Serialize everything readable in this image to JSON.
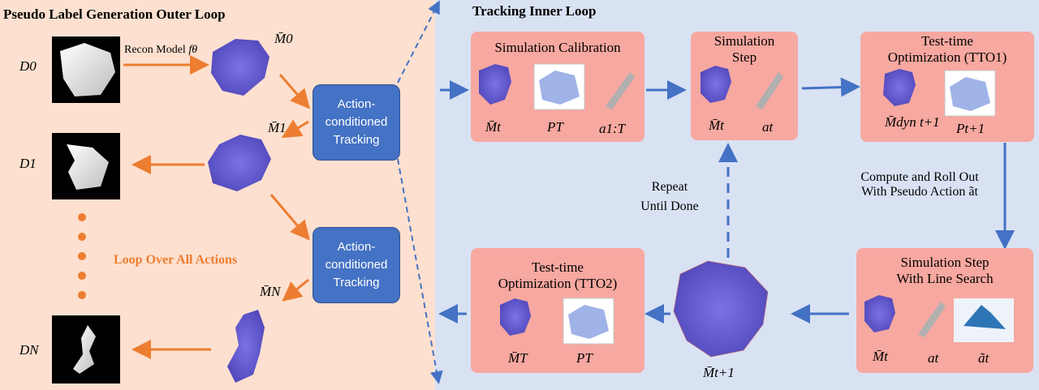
{
  "left_title": "Pseudo Label Generation Outer Loop",
  "right_title": "Tracking Inner Loop",
  "recon_model_label": "Recon Model",
  "recon_model_symbol": "fθ",
  "data_labels": {
    "d0": "D0",
    "d1": "D1",
    "dn": "DN"
  },
  "mesh_labels": {
    "m0": "M̄0",
    "m1": "M̄1",
    "mn": "M̄N"
  },
  "loop_label": "Loop Over All Actions",
  "tracking_label_line1": "Action-",
  "tracking_label_line2": "conditioned",
  "tracking_label_line3": "Tracking",
  "sim_calibration": {
    "title": "Simulation Calibration",
    "mesh": "M̄t",
    "points": "PT",
    "actions": "a1:T"
  },
  "sim_step": {
    "title_line1": "Simulation",
    "title_line2": "Step",
    "mesh": "M̄t",
    "action": "at"
  },
  "tto1": {
    "title_line1": "Test-time",
    "title_line2": "Optimization (TTO1)",
    "mesh": "M̄dyn t+1",
    "points": "Pt+1"
  },
  "compute_label_line1": "Compute and Roll Out",
  "compute_label_line2": "With Pseudo Action ãt",
  "sim_step_ls": {
    "title_line1": "Simulation Step",
    "title_line2": "With Line Search",
    "mesh": "M̄t",
    "action": "at",
    "pseudo_action": "ãt"
  },
  "next_mesh_label": "M̄t+1",
  "tto2": {
    "title_line1": "Test-time",
    "title_line2": "Optimization (TTO2)",
    "mesh": "M̄T",
    "points": "PT"
  },
  "repeat_label_line1": "Repeat",
  "repeat_label_line2": "Until Done",
  "colors": {
    "left_bg": "#fde0cf",
    "right_bg": "#d9e2f3",
    "box_fill": "#f7a8a0",
    "blue_box": "#4472c4",
    "orange_arrow": "#ed7d31",
    "blue_arrow": "#4472c4",
    "mesh_color": "#6a5fd6"
  }
}
